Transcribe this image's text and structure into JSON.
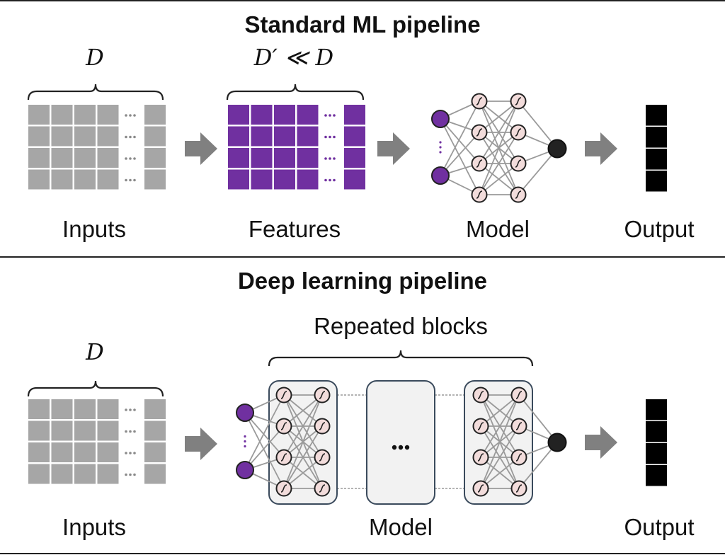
{
  "panels": {
    "standard": {
      "title": "Standard ML pipeline",
      "inputs_dim_label": "D",
      "features_dim_label": "D′ ≪ D",
      "stage_labels": [
        "Inputs",
        "Features",
        "Model",
        "Output"
      ]
    },
    "deep": {
      "title": "Deep learning pipeline",
      "inputs_dim_label": "D",
      "blocks_label": "Repeated blocks",
      "stage_labels": [
        "Inputs",
        "Model",
        "Output"
      ]
    }
  },
  "colors": {
    "input_cell": "#a6a6a6",
    "feature_cell": "#7030a0",
    "hidden_node": "#f2dcdb",
    "input_node": "#7030a0",
    "output_node": "#222222",
    "output_cell": "#000000",
    "arrow": "#808080",
    "block_fill": "#f2f2f2",
    "block_stroke": "#3a4a5c"
  },
  "icons": {
    "arrow": "right-arrow-icon",
    "activation": "sigmoid-icon",
    "ellipsis": "ellipsis-icon"
  }
}
